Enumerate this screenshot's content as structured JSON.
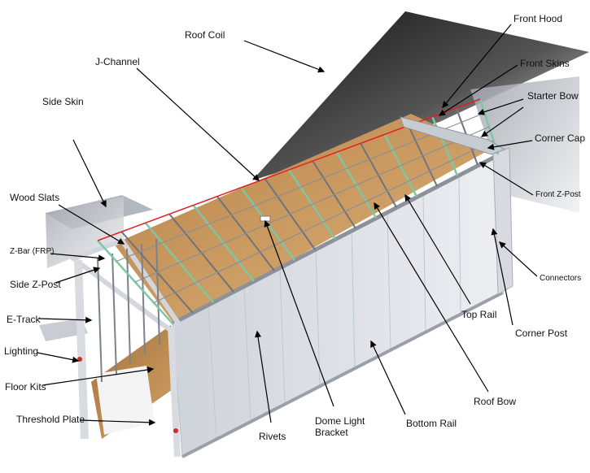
{
  "labels": {
    "roof_coil": "Roof Coil",
    "front_hood": "Front Hood",
    "front_skins": "Front Skins",
    "starter_bow": "Starter Bow",
    "corner_cap": "Corner Cap",
    "front_z_post": "Front Z-Post",
    "connectors": "Connectors",
    "corner_post": "Corner Post",
    "top_rail": "Top  Rail",
    "roof_bow": "Roof Bow",
    "bottom_rail": "Bottom Rail",
    "dome_light_bracket": "Dome Light Bracket",
    "rivets": "Rivets",
    "j_channel": "J-Channel",
    "side_skin": "Side Skin",
    "wood_slats": "Wood Slats",
    "z_bar_frp": "Z-Bar (FRP)",
    "side_z_post": "Side Z-Post",
    "e_track": "E-Track",
    "lighting": "Lighting",
    "floor_kits": "Floor Kits",
    "threshold_plate": "Threshold Plate"
  },
  "colors": {
    "roof_sheet_dark": "#1a1a1a",
    "roof_sheet_light": "#d9d9d9",
    "wood_liner": "#c8965a",
    "wall_panel": "#e6e8ec",
    "roof_edge_red": "#e02020",
    "bow_green": "#7fc6a4"
  }
}
